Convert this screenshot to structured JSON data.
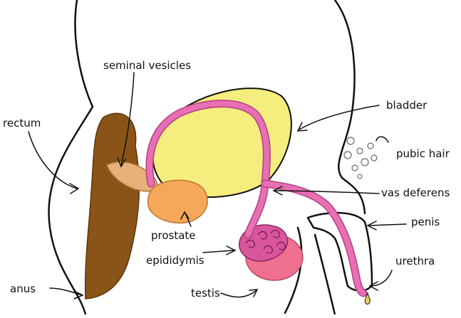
{
  "labels": {
    "seminal_vesicles": "seminal vesicles",
    "rectum": "rectum",
    "bladder": "bladder",
    "pubic_hair": "pubic hair",
    "vas_deferens": "vas deferens",
    "penis": "penis",
    "prostate": "prostate",
    "epididymis": "epididymis",
    "urethra": "urethra",
    "anus": "anus",
    "testis": "testis"
  },
  "colors": {
    "outline": "#111111",
    "rectum": "#8a5418",
    "bladder": "#f5ee7e",
    "prostate": "#f5a85a",
    "seminal_vesicles": "#e8b07a",
    "vas_deferens": "#e76fb3",
    "epididymis": "#d9559e",
    "testis": "#ef6f8e",
    "urine_drop": "#f0d060"
  }
}
